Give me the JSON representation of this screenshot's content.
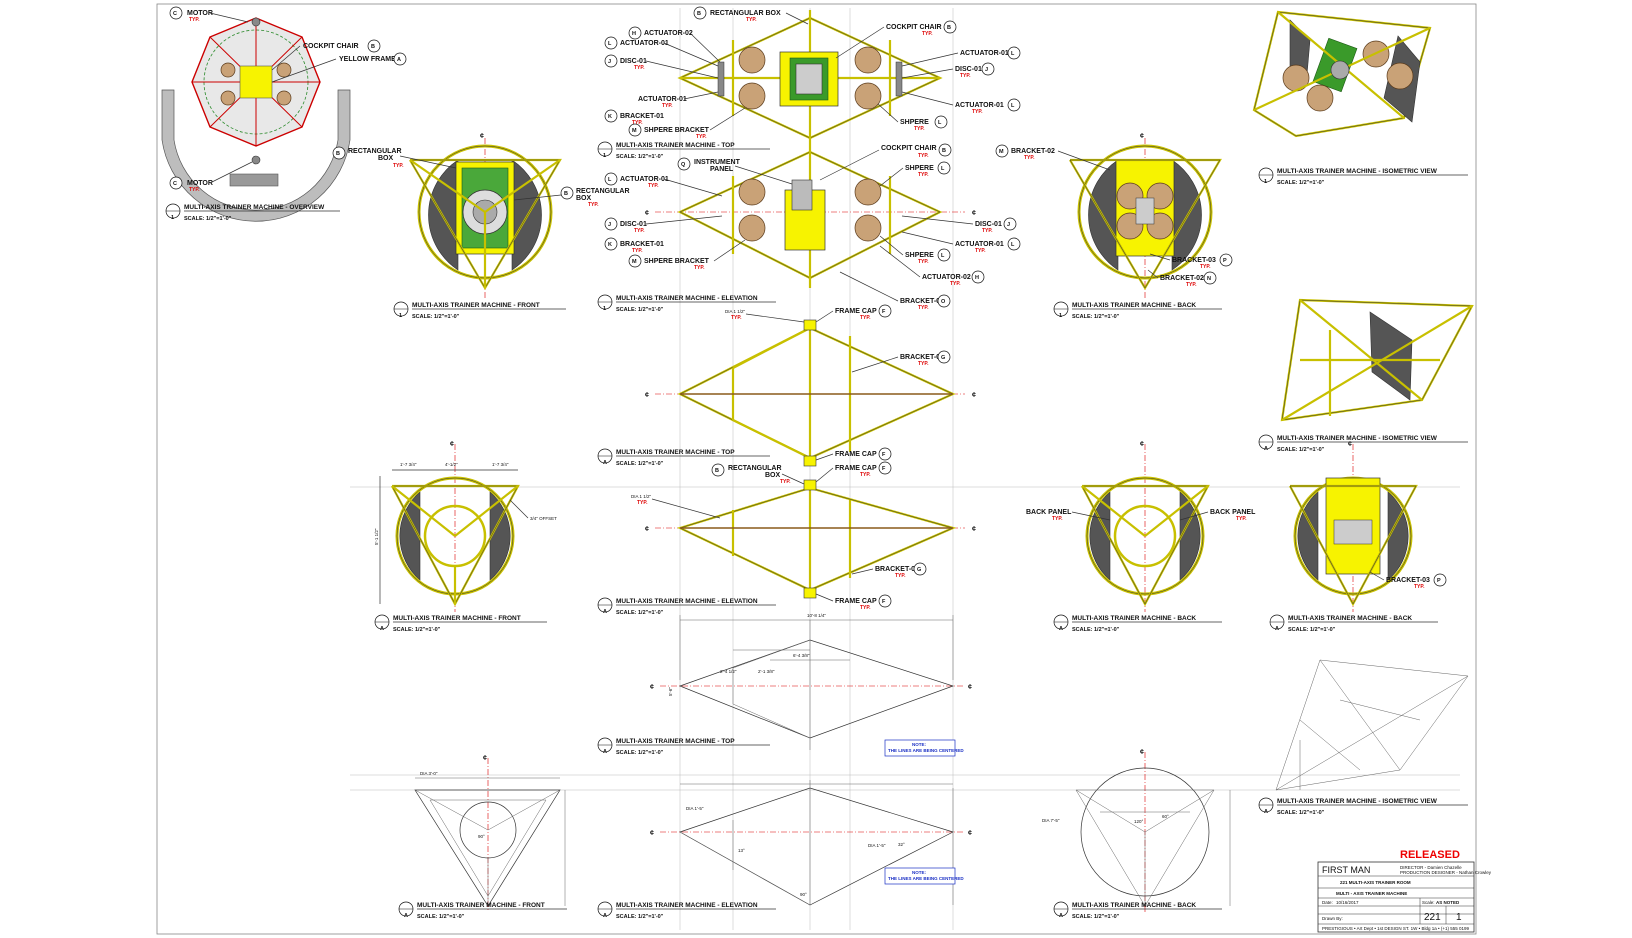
{
  "labels": {
    "motor": "MOTOR",
    "cockpit_chair": "COCKPIT CHAIR",
    "yellow_frame": "YELLOW FRAME",
    "rectangular_box": "RECTANGULAR BOX",
    "rect_l1": "RECTANGULAR",
    "rect_l2": "BOX",
    "actuator_01": "ACTUATOR-01",
    "actuator_02": "ACTUATOR-02",
    "disc_01": "DISC-01",
    "bracket_01": "BRACKET-01",
    "bracket_02": "BRACKET-02",
    "bracket_03": "BRACKET-03",
    "sphere": "SHPERE",
    "sphere_bracket": "SHPERE BRACKET",
    "instrument_l1": "INSTRUMENT",
    "instrument_l2": "PANEL",
    "frame_cap": "FRAME CAP",
    "back_panel": "BACK PANEL",
    "typ": "TYP.",
    "cl": "¢",
    "dia_1_half": "DIA 1 1/2\"",
    "offset": "3/4\" OFFSET"
  },
  "views": {
    "overview": "MULTI-AXIS TRAINER MACHINE - OVERVIEW",
    "front": "MULTI-AXIS TRAINER MACHINE - FRONT",
    "top": "MULTI-AXIS TRAINER MACHINE - TOP",
    "elevation": "MULTI-AXIS TRAINER MACHINE - ELEVATION",
    "back": "MULTI-AXIS TRAINER MACHINE - BACK",
    "isometric": "MULTI-AXIS TRAINER MACHINE - ISOMETRIC VIEW",
    "scale": "SCALE: 1/2\"=1'-0\""
  },
  "callouts": {
    "one": "1",
    "a": "A"
  },
  "dimensions": {
    "d1": "1'-7 3/4\"",
    "d2": "4'-1/2\"",
    "d3": "5'-1 1/2\"",
    "d4": "10'-8 1/4\"",
    "d5": "6'-4 3/8\"",
    "d6": "2'-4 1/2\"",
    "d7": "2'-1 3/8\"",
    "d8": "5'-6\"",
    "d9": "DIA 3'-0\"",
    "d10": "DIA 7'-5\"",
    "d11": "DIA 1'-5\"",
    "a60": "60°",
    "a120": "120°",
    "a32": "32°",
    "a13": "13°",
    "a90": "90°"
  },
  "notes": {
    "note_title": "NOTE:",
    "note_body": "THE LINES ARE BEING CENTERED"
  },
  "title_block": {
    "project": "FIRST MAN",
    "status": "RELEASED",
    "director": "DIRECTOR - Damien Chazelle",
    "designer": "PRODUCTION DESIGNER - Nathan Crowley",
    "set": "221 MULTI-AXIS TRAINER ROOM",
    "drawing_title": "MULTI - AXIS TRAINER MACHINE",
    "scale_label": "Scale:",
    "scale_value": "AS NOTED",
    "date_label": "Date:",
    "date_value": "10/16/2017",
    "drawn_by": "Drawn By:",
    "dwg_no": "221",
    "sheet_no": "1",
    "footer": "PRESTIGIOUS • Art Dept • 1st DESIGN ST. 1W • Bldg 1a • (+1) 555 0199"
  }
}
